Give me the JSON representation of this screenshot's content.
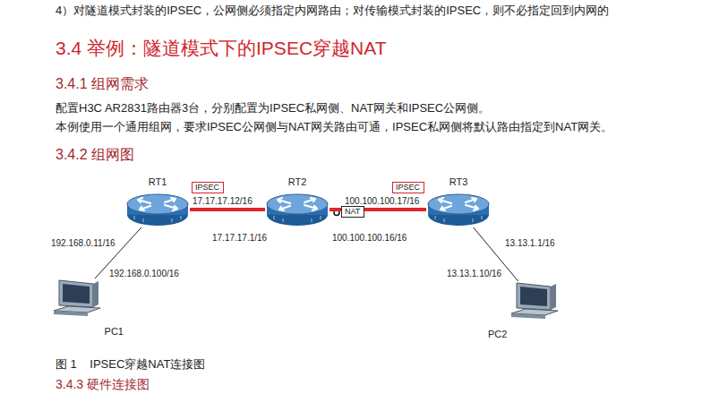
{
  "diagram": {
    "title": "3.4  举例：隧道模式下的IPSEC穿越NAT",
    "caption": "图 1    IPSEC穿越NAT连接图",
    "nodes": [
      {
        "text": [
          "RT1"
        ]
      },
      {
        "text": [
          "IPSEC"
        ]
      },
      {
        "text": [
          "RT2"
        ]
      },
      {
        "text": [
          "IPSEC"
        ]
      },
      {
        "text": [
          "RT3"
        ]
      },
      {
        "text": [
          "NAT"
        ]
      },
      {
        "text": [
          "PC1"
        ]
      },
      {
        "text": [
          "PC2"
        ]
      }
    ],
    "edges": [
      {
        "from": 0,
        "to": 2,
        "arrow": "none"
      },
      {
        "from": 2,
        "to": 4,
        "arrow": "none"
      },
      {
        "from": 0,
        "to": 6,
        "arrow": "none"
      },
      {
        "from": 4,
        "to": 7,
        "arrow": "none"
      }
    ],
    "labels": [
      "4）对隧道模式封装的IPSEC，公网侧必须指定内网路由；对传输模式封装的IPSEC，则不必指定回到内网的",
      "3.4.1  组网需求",
      "配置H3C AR2831路由器3台，分别配置为IPSEC私网侧、NAT网关和IPSEC公网侧。",
      "本例使用一个通用组网，要求IPSEC公网侧与NAT网关路由可通，IPSEC私网侧将默认路由指定到NAT网关。",
      "3.4.2  组网图",
      "17.17.17.12/16",
      "17.17.17.1/16",
      "100.100.100.16/16",
      "100.100.100.17/16",
      "192.168.0.11/16",
      "192.168.0.100/16",
      "13.13.1.1/16",
      "13.13.1.10/16",
      "3.4.3  硬件连接图"
    ]
  }
}
